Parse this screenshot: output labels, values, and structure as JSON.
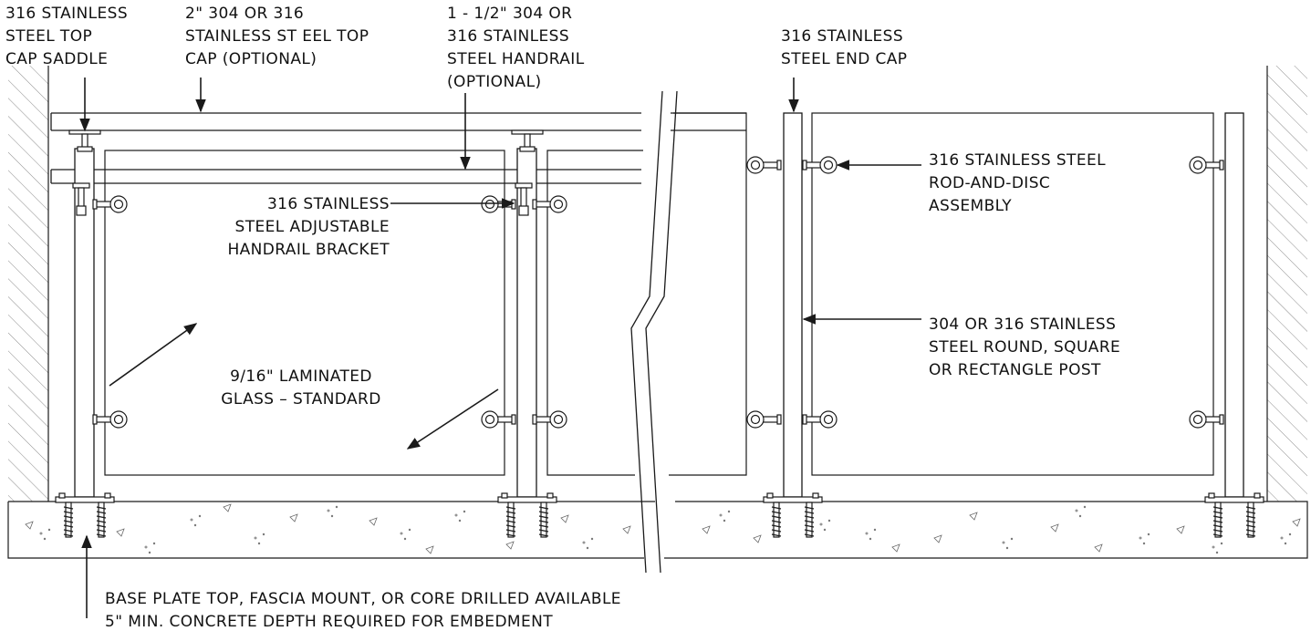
{
  "labels": {
    "top_cap_saddle": [
      "316 STAINLESS",
      "STEEL TOP",
      "CAP SADDLE"
    ],
    "top_cap": [
      "2\" 304 OR 316",
      "STAINLESS ST EEL TOP",
      "CAP  (OPTIONAL)"
    ],
    "handrail": [
      "1 - 1/2\" 304 OR",
      "316 STAINLESS",
      "STEEL HANDRAIL",
      "(OPTIONAL)"
    ],
    "end_cap": [
      "316 STAINLESS",
      "STEEL END CAP"
    ],
    "bracket": [
      "316 STAINLESS",
      "STEEL ADJUSTABLE",
      "HANDRAIL BRACKET"
    ],
    "rod_disc": [
      "316 STAINLESS STEEL",
      "ROD-AND-DISC",
      "ASSEMBLY"
    ],
    "post": [
      "304 OR 316 STAINLESS",
      "STEEL ROUND, SQUARE",
      "OR RECTANGLE POST"
    ],
    "glass": [
      "9/16\" LAMINATED",
      "GLASS – STANDARD"
    ],
    "base": [
      "BASE PLATE TOP, FASCIA MOUNT, OR CORE DRILLED AVAILABLE",
      "5\" MIN. CONCRETE DEPTH REQUIRED FOR EMBEDMENT"
    ]
  },
  "colors": {
    "line": "#1a1a1a",
    "hatch": "#8c8c8c",
    "aggregate": "#6a6a6a"
  }
}
